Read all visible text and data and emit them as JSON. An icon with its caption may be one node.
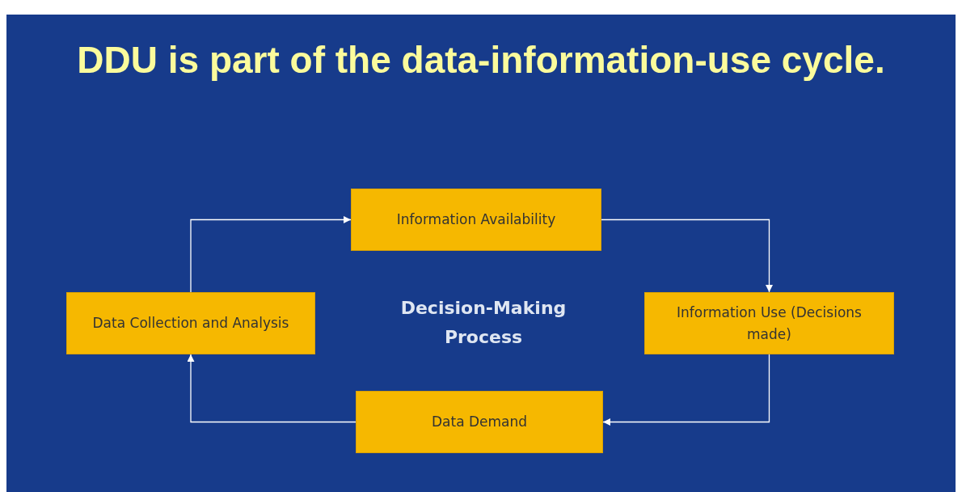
{
  "diagram": {
    "title": "DDU is part of the data-information-use cycle.",
    "nodes": [
      {
        "text": [
          "Information Availability"
        ]
      },
      {
        "text": [
          "Data Collection and Analysis"
        ]
      },
      {
        "text": [
          "Information Use (Decisions made)"
        ]
      },
      {
        "text": [
          "Data Demand"
        ]
      }
    ],
    "edges": [
      {
        "from": 1,
        "to": 0,
        "arrow": "to"
      },
      {
        "from": 0,
        "to": 2,
        "arrow": "to"
      },
      {
        "from": 2,
        "to": 3,
        "arrow": "to"
      },
      {
        "from": 3,
        "to": 1,
        "arrow": "to"
      }
    ],
    "labels": [
      "Decision-Making Process"
    ]
  }
}
